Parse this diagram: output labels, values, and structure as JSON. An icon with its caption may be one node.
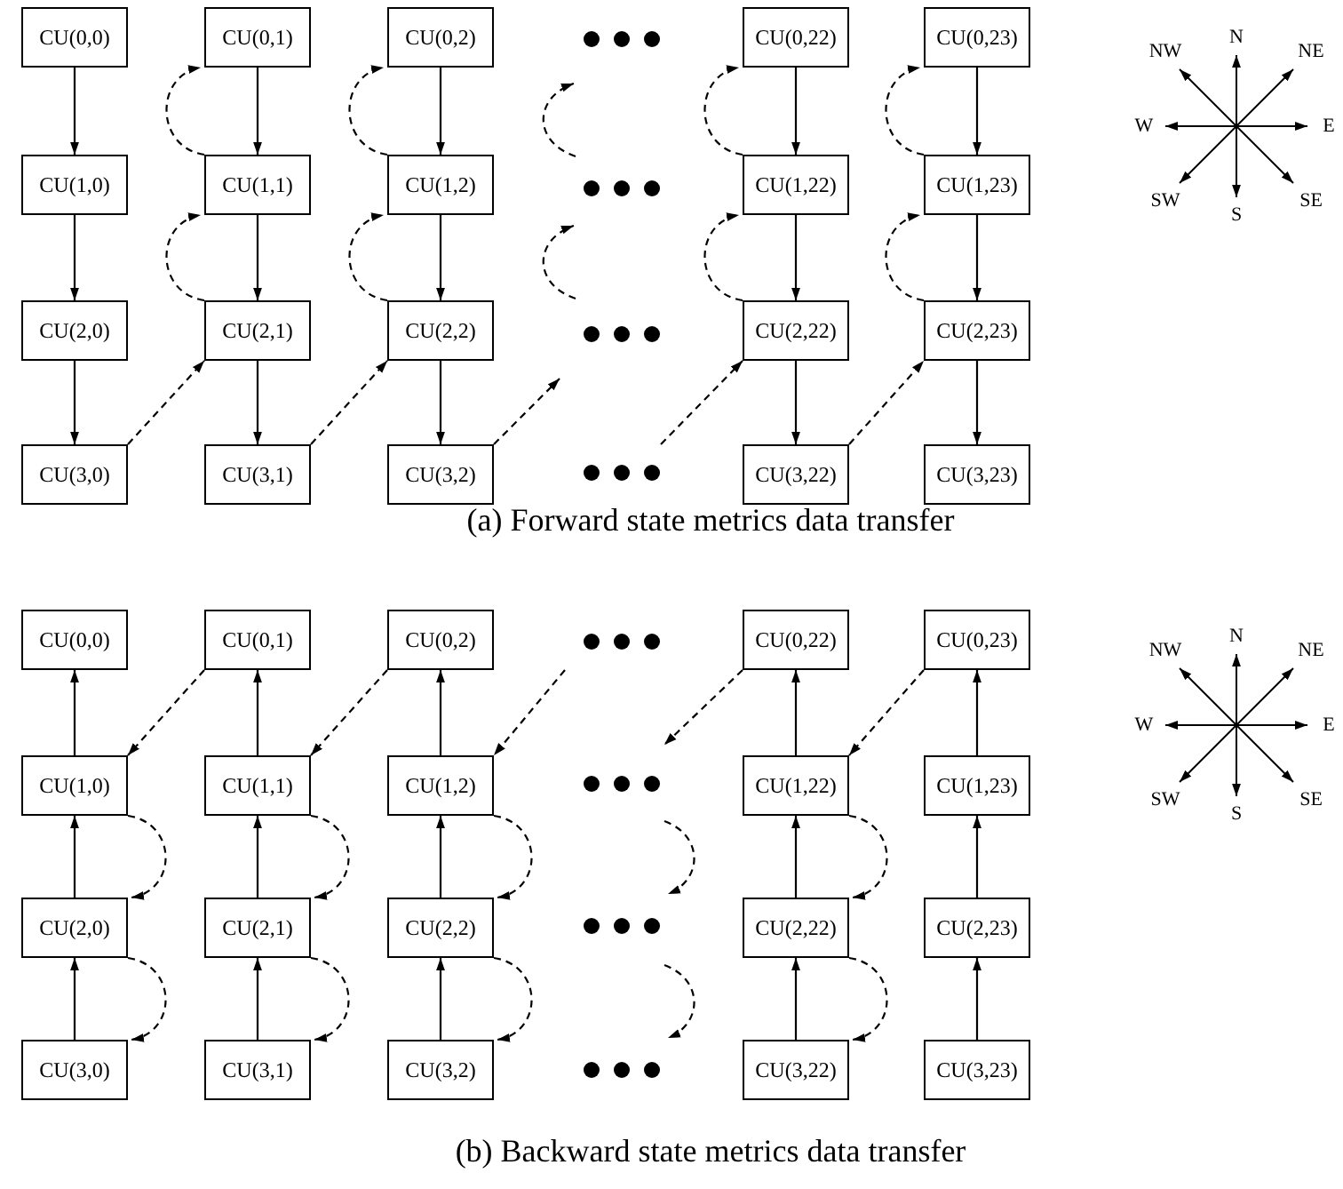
{
  "diagram": {
    "nodes": [
      {
        "text": [
          "CU(0,0)"
        ]
      },
      {
        "text": [
          "CU(0,1)"
        ]
      },
      {
        "text": [
          "CU(0,2)"
        ]
      },
      {
        "text": [
          "CU(0,22)"
        ]
      },
      {
        "text": [
          "CU(0,23)"
        ]
      },
      {
        "text": [
          "CU(1,0)"
        ]
      },
      {
        "text": [
          "CU(1,1)"
        ]
      },
      {
        "text": [
          "CU(1,2)"
        ]
      },
      {
        "text": [
          "CU(1,22)"
        ]
      },
      {
        "text": [
          "CU(1,23)"
        ]
      },
      {
        "text": [
          "CU(2,0)"
        ]
      },
      {
        "text": [
          "CU(2,1)"
        ]
      },
      {
        "text": [
          "CU(2,2)"
        ]
      },
      {
        "text": [
          "CU(2,22)"
        ]
      },
      {
        "text": [
          "CU(2,23)"
        ]
      },
      {
        "text": [
          "CU(3,0)"
        ]
      },
      {
        "text": [
          "CU(3,1)"
        ]
      },
      {
        "text": [
          "CU(3,2)"
        ]
      },
      {
        "text": [
          "CU(3,22)"
        ]
      },
      {
        "text": [
          "CU(3,23)"
        ]
      },
      {
        "text": [
          "CU(0,0)"
        ]
      },
      {
        "text": [
          "CU(0,1)"
        ]
      },
      {
        "text": [
          "CU(0,2)"
        ]
      },
      {
        "text": [
          "CU(0,22)"
        ]
      },
      {
        "text": [
          "CU(0,23)"
        ]
      },
      {
        "text": [
          "CU(1,0)"
        ]
      },
      {
        "text": [
          "CU(1,1)"
        ]
      },
      {
        "text": [
          "CU(1,2)"
        ]
      },
      {
        "text": [
          "CU(1,22)"
        ]
      },
      {
        "text": [
          "CU(1,23)"
        ]
      },
      {
        "text": [
          "CU(2,0)"
        ]
      },
      {
        "text": [
          "CU(2,1)"
        ]
      },
      {
        "text": [
          "CU(2,2)"
        ]
      },
      {
        "text": [
          "CU(2,22)"
        ]
      },
      {
        "text": [
          "CU(2,23)"
        ]
      },
      {
        "text": [
          "CU(3,0)"
        ]
      },
      {
        "text": [
          "CU(3,1)"
        ]
      },
      {
        "text": [
          "CU(3,2)"
        ]
      },
      {
        "text": [
          "CU(3,22)"
        ]
      },
      {
        "text": [
          "CU(3,23)"
        ]
      }
    ],
    "edges": [
      {
        "from": 0,
        "to": 5,
        "arrow": "to"
      },
      {
        "from": 5,
        "to": 10,
        "arrow": "to"
      },
      {
        "from": 10,
        "to": 15,
        "arrow": "to"
      },
      {
        "from": 1,
        "to": 6,
        "arrow": "to"
      },
      {
        "from": 6,
        "to": 11,
        "arrow": "to"
      },
      {
        "from": 11,
        "to": 16,
        "arrow": "to"
      },
      {
        "from": 2,
        "to": 7,
        "arrow": "to"
      },
      {
        "from": 7,
        "to": 12,
        "arrow": "to"
      },
      {
        "from": 12,
        "to": 17,
        "arrow": "to"
      },
      {
        "from": 3,
        "to": 8,
        "arrow": "to"
      },
      {
        "from": 8,
        "to": 13,
        "arrow": "to"
      },
      {
        "from": 13,
        "to": 18,
        "arrow": "to"
      },
      {
        "from": 4,
        "to": 9,
        "arrow": "to"
      },
      {
        "from": 9,
        "to": 14,
        "arrow": "to"
      },
      {
        "from": 14,
        "to": 19,
        "arrow": "to"
      },
      {
        "from": 6,
        "to": 1,
        "arrow": "to",
        "style": "dashed"
      },
      {
        "from": 11,
        "to": 6,
        "arrow": "to",
        "style": "dashed"
      },
      {
        "from": 7,
        "to": 2,
        "arrow": "to",
        "style": "dashed"
      },
      {
        "from": 12,
        "to": 7,
        "arrow": "to",
        "style": "dashed"
      },
      {
        "from": 8,
        "to": 3,
        "arrow": "to",
        "style": "dashed"
      },
      {
        "from": 13,
        "to": 8,
        "arrow": "to",
        "style": "dashed"
      },
      {
        "from": 9,
        "to": 4,
        "arrow": "to",
        "style": "dashed"
      },
      {
        "from": 14,
        "to": 9,
        "arrow": "to",
        "style": "dashed"
      },
      {
        "from": 15,
        "to": 11,
        "arrow": "to",
        "style": "dashed"
      },
      {
        "from": 16,
        "to": 12,
        "arrow": "to",
        "style": "dashed"
      },
      {
        "from": 17,
        "to": null,
        "arrow": "to",
        "style": "dashed"
      },
      {
        "from": null,
        "to": 13,
        "arrow": "to",
        "style": "dashed"
      },
      {
        "from": 18,
        "to": 14,
        "arrow": "to",
        "style": "dashed"
      },
      {
        "from": 25,
        "to": 20,
        "arrow": "to"
      },
      {
        "from": 30,
        "to": 25,
        "arrow": "to"
      },
      {
        "from": 35,
        "to": 30,
        "arrow": "to"
      },
      {
        "from": 26,
        "to": 21,
        "arrow": "to"
      },
      {
        "from": 31,
        "to": 26,
        "arrow": "to"
      },
      {
        "from": 36,
        "to": 31,
        "arrow": "to"
      },
      {
        "from": 27,
        "to": 22,
        "arrow": "to"
      },
      {
        "from": 32,
        "to": 27,
        "arrow": "to"
      },
      {
        "from": 37,
        "to": 32,
        "arrow": "to"
      },
      {
        "from": 28,
        "to": 23,
        "arrow": "to"
      },
      {
        "from": 33,
        "to": 28,
        "arrow": "to"
      },
      {
        "from": 38,
        "to": 33,
        "arrow": "to"
      },
      {
        "from": 29,
        "to": 24,
        "arrow": "to"
      },
      {
        "from": 34,
        "to": 29,
        "arrow": "to"
      },
      {
        "from": 39,
        "to": 34,
        "arrow": "to"
      },
      {
        "from": 21,
        "to": 25,
        "arrow": "to",
        "style": "dashed"
      },
      {
        "from": 22,
        "to": 26,
        "arrow": "to",
        "style": "dashed"
      },
      {
        "from": null,
        "to": 27,
        "arrow": "to",
        "style": "dashed"
      },
      {
        "from": 23,
        "to": null,
        "arrow": "to",
        "style": "dashed"
      },
      {
        "from": 24,
        "to": 28,
        "arrow": "to",
        "style": "dashed"
      },
      {
        "from": 25,
        "to": 30,
        "arrow": "to",
        "style": "dashed"
      },
      {
        "from": 30,
        "to": 35,
        "arrow": "to",
        "style": "dashed"
      },
      {
        "from": 26,
        "to": 31,
        "arrow": "to",
        "style": "dashed"
      },
      {
        "from": 31,
        "to": 36,
        "arrow": "to",
        "style": "dashed"
      },
      {
        "from": 27,
        "to": 32,
        "arrow": "to",
        "style": "dashed"
      },
      {
        "from": 32,
        "to": 37,
        "arrow": "to",
        "style": "dashed"
      },
      {
        "from": 28,
        "to": 33,
        "arrow": "to",
        "style": "dashed"
      },
      {
        "from": 33,
        "to": 38,
        "arrow": "to",
        "style": "dashed"
      }
    ],
    "labels": [
      "N",
      "NW",
      "NE",
      "W",
      "E",
      "SW",
      "S",
      "SE",
      "(a) Forward state metrics data transfer",
      "N",
      "NW",
      "NE",
      "W",
      "E",
      "SW",
      "S",
      "SE",
      "(b) Backward state metrics data transfer"
    ]
  }
}
